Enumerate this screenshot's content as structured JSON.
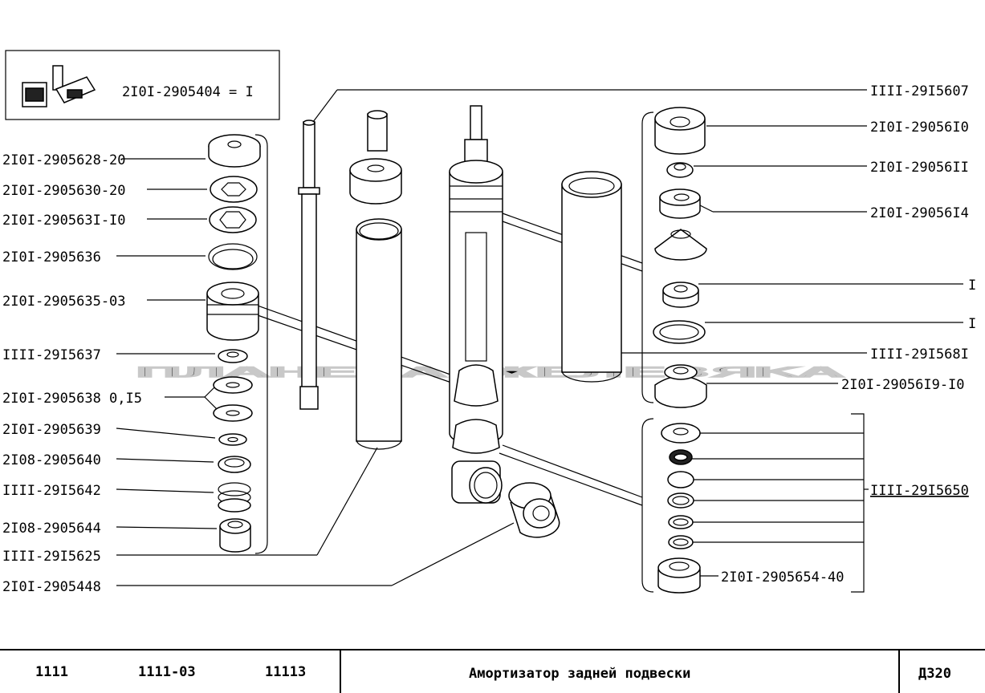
{
  "kit": {
    "label": "2I0I-2905404 = I",
    "icon": "package-icon"
  },
  "watermark": "ПЛАНЕТА ЖЕЛЕЗЯКА",
  "left_labels": [
    "2I0I-2905628-20",
    "2I0I-2905630-20",
    "2I0I-290563I-I0",
    "2I0I-2905636",
    "2I0I-2905635-03",
    "IIII-29I5637",
    "2I0I-2905638 0,I5",
    "2I0I-2905639",
    "2I08-2905640",
    "IIII-29I5642",
    "2I08-2905644",
    "IIII-29I5625",
    "2I0I-2905448"
  ],
  "right_labels": [
    "IIII-29I5607",
    "2I0I-29056I0",
    "2I0I-29056II",
    "2I0I-29056I4",
    "I",
    "I",
    "IIII-29I568I",
    "2I0I-29056I9-I0",
    "IIII-29I5650",
    "2I0I-2905654-40"
  ],
  "title_block": {
    "models": [
      "1111",
      "1111-03",
      "11113"
    ],
    "title": "Амортизатор задней подвески",
    "sheet": "Д320"
  }
}
